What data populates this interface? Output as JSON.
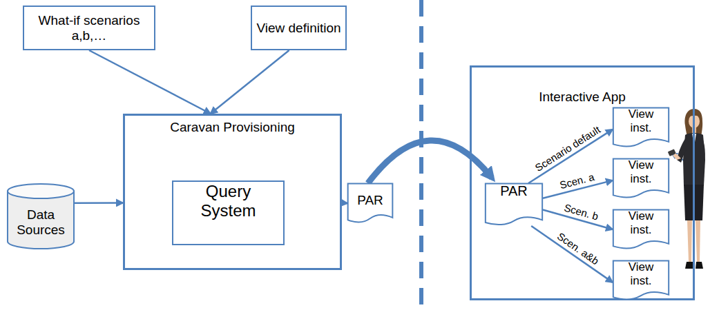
{
  "diagram": {
    "nodes": [
      {
        "text": [
          "What-if scenarios a,b,…"
        ]
      },
      {
        "text": [
          "View definition"
        ]
      },
      {
        "text": [
          "Data Sources"
        ]
      },
      {
        "text": [
          "Caravan Provisioning"
        ]
      },
      {
        "text": [
          "Query System"
        ],
        "in": 3
      },
      {
        "text": [
          "PAR"
        ]
      },
      {
        "text": [
          "Interactive App"
        ]
      },
      {
        "text": [
          "PAR"
        ],
        "in": 6
      },
      {
        "text": [
          "View inst."
        ],
        "in": 6
      },
      {
        "text": [
          "View inst."
        ],
        "in": 6
      },
      {
        "text": [
          "View inst."
        ],
        "in": 6
      },
      {
        "text": [
          "View inst."
        ],
        "in": 6
      }
    ],
    "edges": [
      {
        "from": 0,
        "to": 3,
        "arrow": "to"
      },
      {
        "from": 1,
        "to": 3,
        "arrow": "to"
      },
      {
        "from": 2,
        "to": 3,
        "arrow": "to"
      },
      {
        "from": 3,
        "to": 5,
        "arrow": "to"
      },
      {
        "from": 5,
        "to": 7,
        "arrow": "to"
      },
      {
        "from": 7,
        "to": 8,
        "label": "Scenario default",
        "arrow": "to"
      },
      {
        "from": 7,
        "to": 9,
        "label": "Scen. a",
        "arrow": "to"
      },
      {
        "from": 7,
        "to": 10,
        "label": "Scen. b",
        "arrow": "to"
      },
      {
        "from": 7,
        "to": 11,
        "label": "Scen. a&b",
        "arrow": "to"
      }
    ]
  }
}
